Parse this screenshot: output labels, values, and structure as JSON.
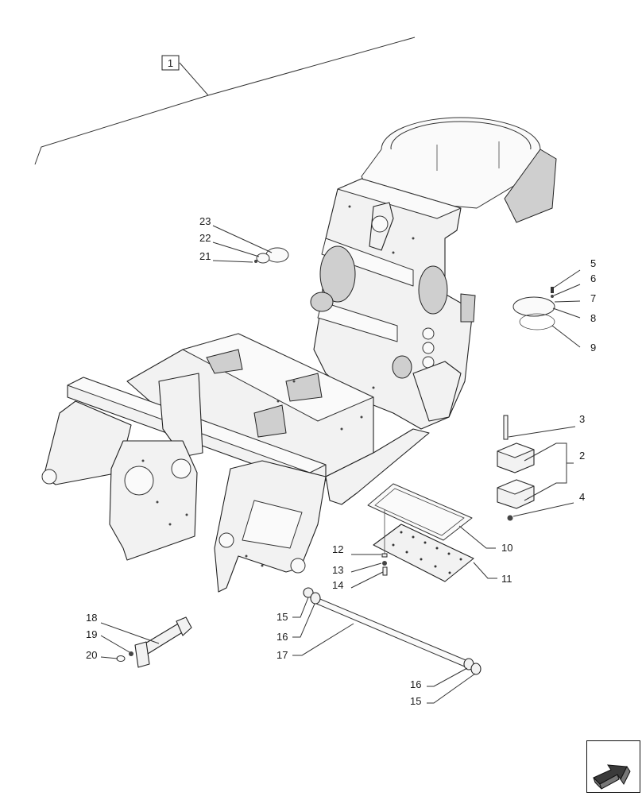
{
  "assembly_label": "1",
  "callouts": {
    "c2": "2",
    "c3": "3",
    "c4": "4",
    "c5": "5",
    "c6": "6",
    "c7": "7",
    "c8": "8",
    "c9": "9",
    "c10": "10",
    "c11": "11",
    "c12": "12",
    "c13": "13",
    "c14": "14",
    "c15a": "15",
    "c16a": "16",
    "c17": "17",
    "c16b": "16",
    "c15b": "15",
    "c18": "18",
    "c19": "19",
    "c20": "20",
    "c21": "21",
    "c22": "22",
    "c23": "23"
  },
  "navigation": {
    "icon": "next-page-arrow-icon"
  }
}
